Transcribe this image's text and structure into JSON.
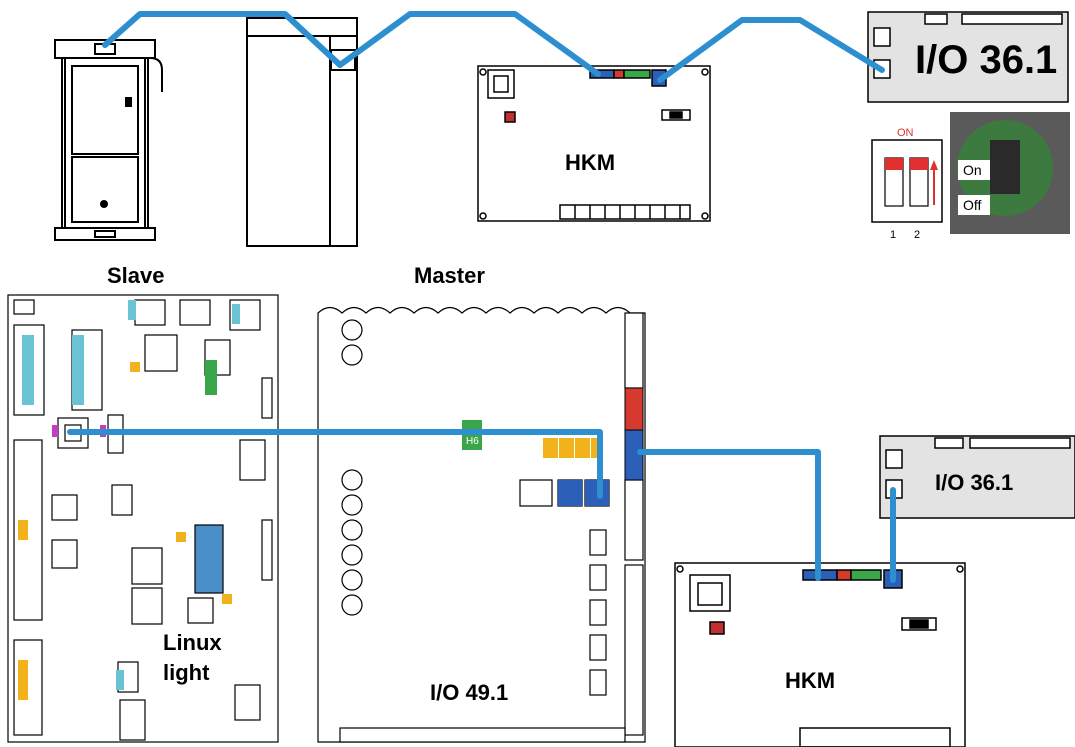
{
  "labels": {
    "slave": "Slave",
    "master": "Master",
    "hkm_top": "HKM",
    "hkm_bottom": "HKM",
    "io36_top": "I/O 36.1",
    "io36_bottom": "I/O 36.1",
    "io49": "I/O 49.1",
    "linux_line1": "Linux",
    "linux_line2": "light",
    "h6": "H6"
  },
  "dip_switch": {
    "on_label": "ON",
    "numbers": [
      "1",
      "2"
    ],
    "photo_on": "On",
    "photo_off": "Off"
  },
  "colors": {
    "cable": "#2e8fd0",
    "board_fill": "#ffffff",
    "board_gray": "#e3e3e3",
    "terminal_blue": "#2b5fb8",
    "terminal_red": "#d63a2f",
    "terminal_green": "#3aa64a",
    "terminal_yellow": "#f2b21c",
    "dip_red": "#e03030",
    "pcb_green": "#3d7a3f"
  }
}
